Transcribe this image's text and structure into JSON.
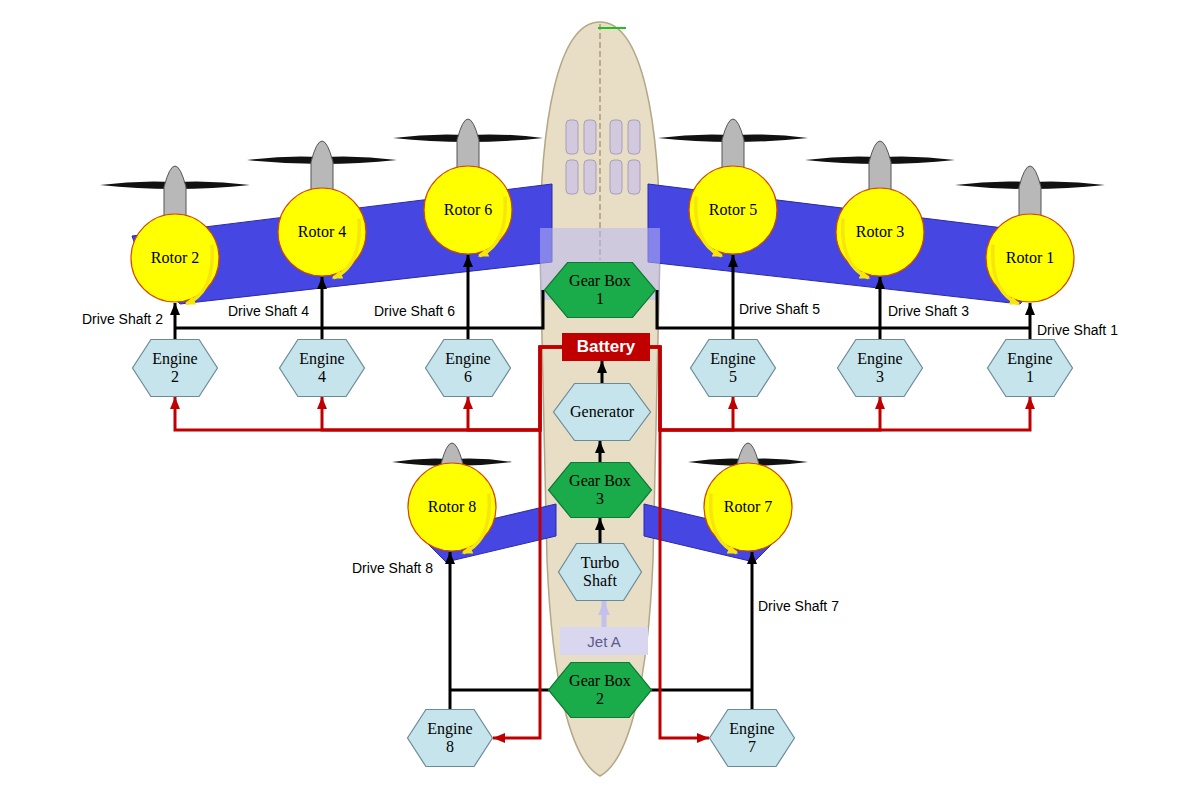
{
  "diagram": {
    "nodes": [
      {
        "text": [
          "Rotor 2"
        ]
      },
      {
        "text": [
          "Rotor 4"
        ]
      },
      {
        "text": [
          "Rotor 6"
        ]
      },
      {
        "text": [
          "Rotor 5"
        ]
      },
      {
        "text": [
          "Rotor 3"
        ]
      },
      {
        "text": [
          "Rotor 1"
        ]
      },
      {
        "text": [
          "Gear Box 1"
        ]
      },
      {
        "text": [
          "Battery"
        ]
      },
      {
        "text": [
          "Engine 2"
        ]
      },
      {
        "text": [
          "Engine 4"
        ]
      },
      {
        "text": [
          "Engine 6"
        ]
      },
      {
        "text": [
          "Engine 5"
        ]
      },
      {
        "text": [
          "Engine 3"
        ]
      },
      {
        "text": [
          "Engine 1"
        ]
      },
      {
        "text": [
          "Generator"
        ]
      },
      {
        "text": [
          "Rotor 8"
        ]
      },
      {
        "text": [
          "Gear Box 3"
        ]
      },
      {
        "text": [
          "Rotor 7"
        ]
      },
      {
        "text": [
          "Turbo Shaft"
        ]
      },
      {
        "text": [
          "Jet A"
        ]
      },
      {
        "text": [
          "Gear Box 2"
        ]
      },
      {
        "text": [
          "Engine 8"
        ]
      },
      {
        "text": [
          "Engine 7"
        ]
      }
    ],
    "edges": [
      {
        "from": 8,
        "to": 0,
        "arrow": "to",
        "label": "Drive Shaft 2"
      },
      {
        "from": 9,
        "to": 1,
        "arrow": "to",
        "label": "Drive Shaft 4"
      },
      {
        "from": 10,
        "to": 2,
        "arrow": "to",
        "label": "Drive Shaft 6"
      },
      {
        "from": 11,
        "to": 3,
        "arrow": "to",
        "label": "Drive Shaft 5"
      },
      {
        "from": 12,
        "to": 4,
        "arrow": "to",
        "label": "Drive Shaft 3"
      },
      {
        "from": 13,
        "to": 5,
        "arrow": "to",
        "label": "Drive Shaft 1"
      },
      {
        "from": 21,
        "to": 15,
        "arrow": "to",
        "label": "Drive Shaft 8"
      },
      {
        "from": 22,
        "to": 17,
        "arrow": "to",
        "label": "Drive Shaft 7"
      },
      {
        "from": 7,
        "to": 8,
        "arrow": "to"
      },
      {
        "from": 7,
        "to": 9,
        "arrow": "to"
      },
      {
        "from": 7,
        "to": 10,
        "arrow": "to"
      },
      {
        "from": 7,
        "to": 11,
        "arrow": "to"
      },
      {
        "from": 7,
        "to": 12,
        "arrow": "to"
      },
      {
        "from": 7,
        "to": 13,
        "arrow": "to"
      },
      {
        "from": 7,
        "to": 21,
        "arrow": "to"
      },
      {
        "from": 7,
        "to": 22,
        "arrow": "to"
      },
      {
        "from": 14,
        "to": 7,
        "arrow": "to"
      },
      {
        "from": 16,
        "to": 14,
        "arrow": "to"
      },
      {
        "from": 18,
        "to": 16,
        "arrow": "to"
      },
      {
        "from": 19,
        "to": 18,
        "arrow": "to"
      }
    ]
  }
}
